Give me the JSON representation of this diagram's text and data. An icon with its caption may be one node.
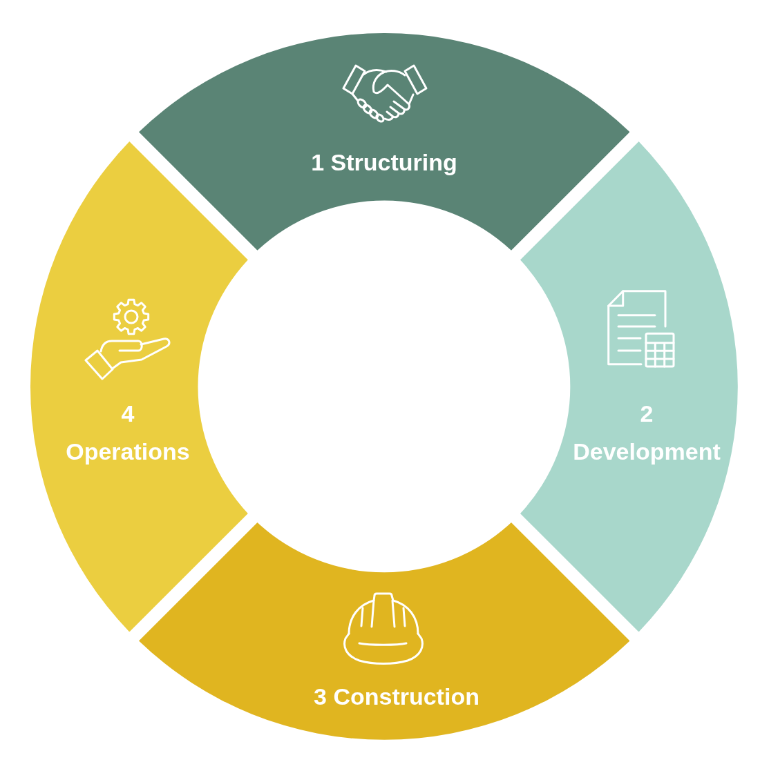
{
  "diagram": {
    "nodes": [
      {
        "text": [
          "1 Structuring"
        ]
      },
      {
        "text": [
          "2 Development"
        ]
      },
      {
        "text": [
          "3 Construction"
        ]
      },
      {
        "text": [
          "4 Operations"
        ]
      }
    ]
  }
}
